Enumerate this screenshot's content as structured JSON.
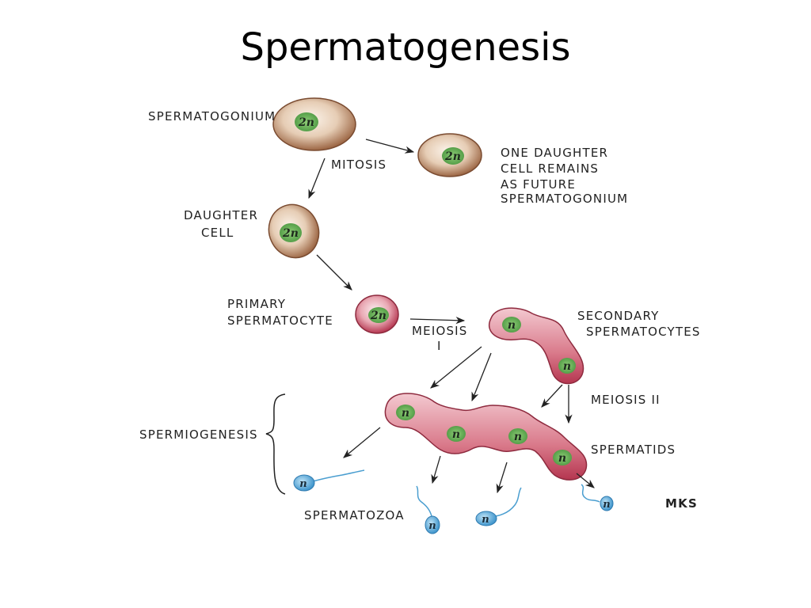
{
  "title": "Spermatogenesis",
  "labels": {
    "spermatogonium": "Spermatogonium",
    "mitosis": "Mitosis",
    "one_daughter": [
      "One daughter",
      "cell remains",
      "as future",
      "spermatogonium"
    ],
    "daughter_cell": [
      "Daughter",
      "cell"
    ],
    "primary_spermatocyte": [
      "Primary",
      "spermatocyte"
    ],
    "meiosis_i": [
      "Meiosis",
      "I"
    ],
    "secondary_spermatocytes": [
      "Secondary",
      "spermatocytes"
    ],
    "meiosis_ii": "Meiosis II",
    "spermatids": "Spermatids",
    "spermiogenesis": "Spermiogenesis",
    "spermatozoa": "Spermatozoa",
    "signature": "MKS"
  },
  "ploidy": {
    "diploid": "2n",
    "haploid": "n"
  },
  "colors": {
    "mitotic_cell": "#b98a6a",
    "nucleus_green": "#6fb35a",
    "meiotic_cell": "#c94a60",
    "sperm_blue": "#5aa9d8"
  }
}
